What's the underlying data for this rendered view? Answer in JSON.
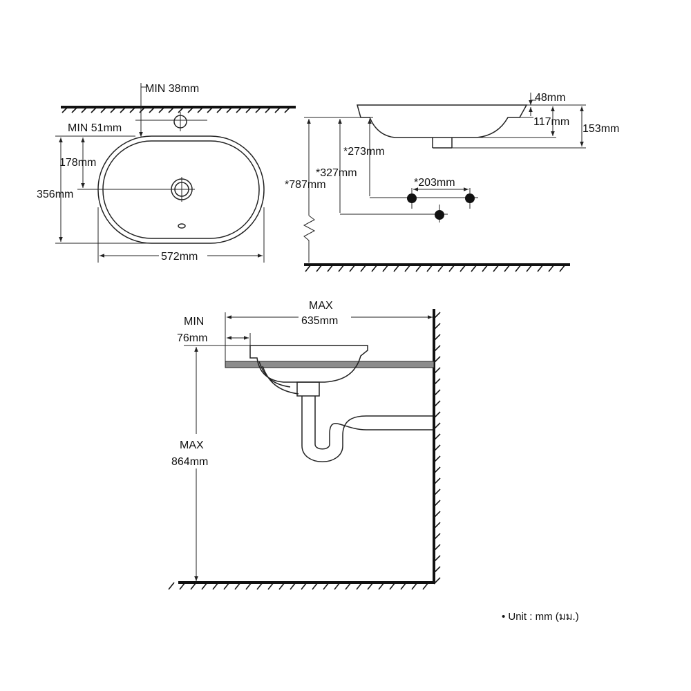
{
  "top_view": {
    "min_wall_gap": "MIN 38mm",
    "min_hole_gap": "MIN 51mm",
    "drain_offset": "178mm",
    "depth": "356mm",
    "width": "572mm"
  },
  "side_view": {
    "rim": "48mm",
    "bowl_depth": "117mm",
    "total_height": "153mm",
    "drain_height": "*273mm",
    "supply_height": "*327mm",
    "counter_height": "*787mm",
    "supply_spacing": "*203mm"
  },
  "install_view": {
    "max_label": "MAX",
    "max_reach": "635mm",
    "min_label": "MIN",
    "min_setback": "76mm",
    "max_height_label": "MAX",
    "max_height": "864mm"
  },
  "note": "• Unit : mm (มม.)",
  "colors": {
    "line": "#222222",
    "counter": "#8c8c8c",
    "background": "#ffffff"
  }
}
